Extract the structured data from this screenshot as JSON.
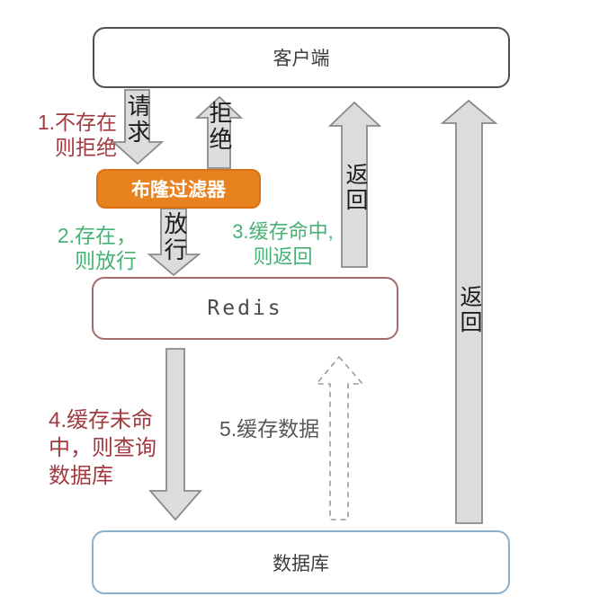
{
  "nodes": {
    "client": "客户端",
    "bloom_filter": "布隆过滤器",
    "redis": "Redis",
    "database": "数据库"
  },
  "arrow_labels": {
    "request": "请求",
    "reject": "拒绝",
    "pass": "放行",
    "return_mid": "返回",
    "return_right": "返回"
  },
  "annotations": {
    "step1_line1": "1.不存在",
    "step1_line2": "则拒绝",
    "step2_line1": "2.存在，",
    "step2_line2": "则放行",
    "step3_line1": "3.缓存命中,",
    "step3_line2": "则返回",
    "step4_line1": "4.缓存未命",
    "step4_line2": "中，则查询",
    "step4_line3": "数据库",
    "step5": "5.缓存数据"
  },
  "colors": {
    "bloom_filter_fill": "#e8821e",
    "client_border": "#4f4f4f",
    "redis_border": "#a36b6b",
    "database_border": "#88b0cf",
    "arrow_fill": "#dcdcdc",
    "arrow_stroke": "#8a8a8a",
    "annotation_red": "#a23a40",
    "annotation_green": "#47b275",
    "annotation_gray": "#58585a"
  }
}
